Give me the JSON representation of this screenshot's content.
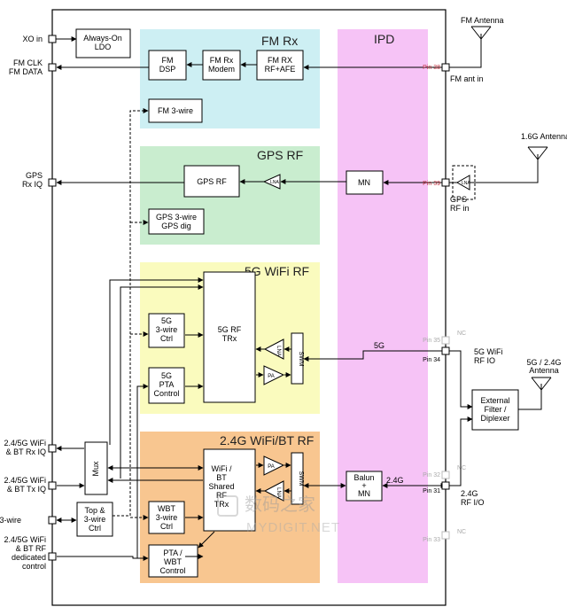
{
  "sections": {
    "fm": {
      "title": "FM Rx",
      "color": "#cdeff3"
    },
    "gps": {
      "title": "GPS RF",
      "color": "#c9edcf"
    },
    "wifi5": {
      "title": "5G WiFi RF",
      "color": "#fafbbe"
    },
    "wifi24": {
      "title": "2.4G WiFi/BT RF",
      "color": "#f8c690"
    },
    "ipd": {
      "title": "IPD",
      "color": "#f6c3f6"
    }
  },
  "blocks": {
    "ldo": [
      "Always-On",
      "LDO"
    ],
    "fm_dsp": [
      "FM",
      "DSP"
    ],
    "fm_modem": [
      "FM Rx",
      "Modem"
    ],
    "fm_rf": [
      "FM RX",
      "RF+AFE"
    ],
    "fm_3wire": "FM 3-wire",
    "gps_rf": "GPS RF",
    "gps_3wire": [
      "GPS 3-wire",
      "GPS dig"
    ],
    "mn": "MN",
    "rf5_trx": [
      "5G RF",
      "TRx"
    ],
    "rf5_ctrl": [
      "5G",
      "3-wire",
      "Ctrl"
    ],
    "rf5_pta": [
      "5G",
      "PTA",
      "Control"
    ],
    "mux": "Mux",
    "top3": [
      "Top &",
      "3-wire",
      "Ctrl"
    ],
    "wifibt_trx": [
      "WiFi /",
      "BT",
      "Shared",
      "RF",
      "TRx"
    ],
    "wbt_ctrl": [
      "WBT",
      "3-wire",
      "Ctrl"
    ],
    "pta_wbt": [
      "PTA /",
      "WBT",
      "Control"
    ],
    "balun": [
      "Balun",
      "+",
      "MN"
    ],
    "ext_filter": [
      "External",
      "Filter /",
      "Diplexer"
    ],
    "lna": "LNA",
    "pa": "PA",
    "swm": "SWM"
  },
  "left_pins": {
    "xo": "XO in",
    "fm_clk": [
      "FM CLK",
      "FM DATA"
    ],
    "gps_iq": [
      "GPS",
      "Rx IQ"
    ],
    "wifi_rx": [
      "2.4/5G WiFi",
      "& BT Rx IQ"
    ],
    "wifi_tx": [
      "2.4/5G WiFi",
      "& BT Tx IQ"
    ],
    "three_wire": "3-wire",
    "dedicated": [
      "2.4/5G WiFi",
      "& BT RF",
      "dedicated",
      "control"
    ]
  },
  "right_labels": {
    "fm_antenna": "FM Antenna",
    "fm_ant_in": "FM ant in",
    "gps_antenna": "1.6G Antenna",
    "gps_rf_in": [
      "GPS",
      "RF in"
    ],
    "wifi5_io": [
      "5G WiFi",
      "RF IO"
    ],
    "dual_antenna": [
      "5G / 2.4G",
      "Antenna"
    ],
    "wifi24_io": [
      "2.4G",
      "RF I/O"
    ],
    "band5": "5G",
    "band24": "2.4G"
  },
  "pin_numbers": {
    "p38": "Pin 38",
    "p39": "Pin 39",
    "p35": "Pin 35",
    "p34": "Pin 34",
    "p32": "Pin 32",
    "p31": "Pin 31",
    "p33": "Pin 33",
    "nc": "NC"
  },
  "watermark": {
    "cn": "数码之家",
    "en": "MYDIGIT.NET"
  }
}
